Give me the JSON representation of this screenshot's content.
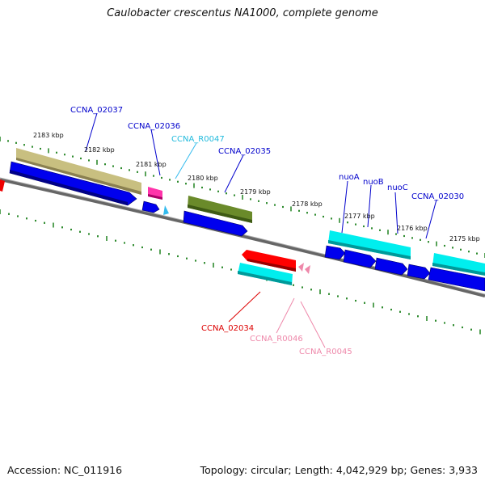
{
  "title": "Caulobacter crescentus NA1000, complete genome",
  "footer": {
    "accession": "Accession: NC_011916",
    "stats": "Topology: circular; Length: 4,042,929 bp; Genes: 3,933"
  },
  "colors": {
    "blue_label": "#0000cc",
    "cyan_label": "#22bbdd",
    "red_label": "#dd0000",
    "pink_label": "#ee88aa",
    "tick_green": "#2e8b2e"
  },
  "kbp_labels": [
    "2183 kbp",
    "2182 kbp",
    "2181 kbp",
    "2180 kbp",
    "2179 kbp",
    "2178 kbp",
    "2177 kbp",
    "2176 kbp",
    "2175 kbp"
  ],
  "top_labels": [
    "CCNA_02037",
    "CCNA_02036",
    "CCNA_R0047",
    "CCNA_02035",
    "nuoA",
    "nuoB",
    "nuoC",
    "CCNA_02030"
  ],
  "bottom_labels": [
    "CCNA_02034",
    "CCNA_R0046",
    "CCNA_R0045"
  ]
}
